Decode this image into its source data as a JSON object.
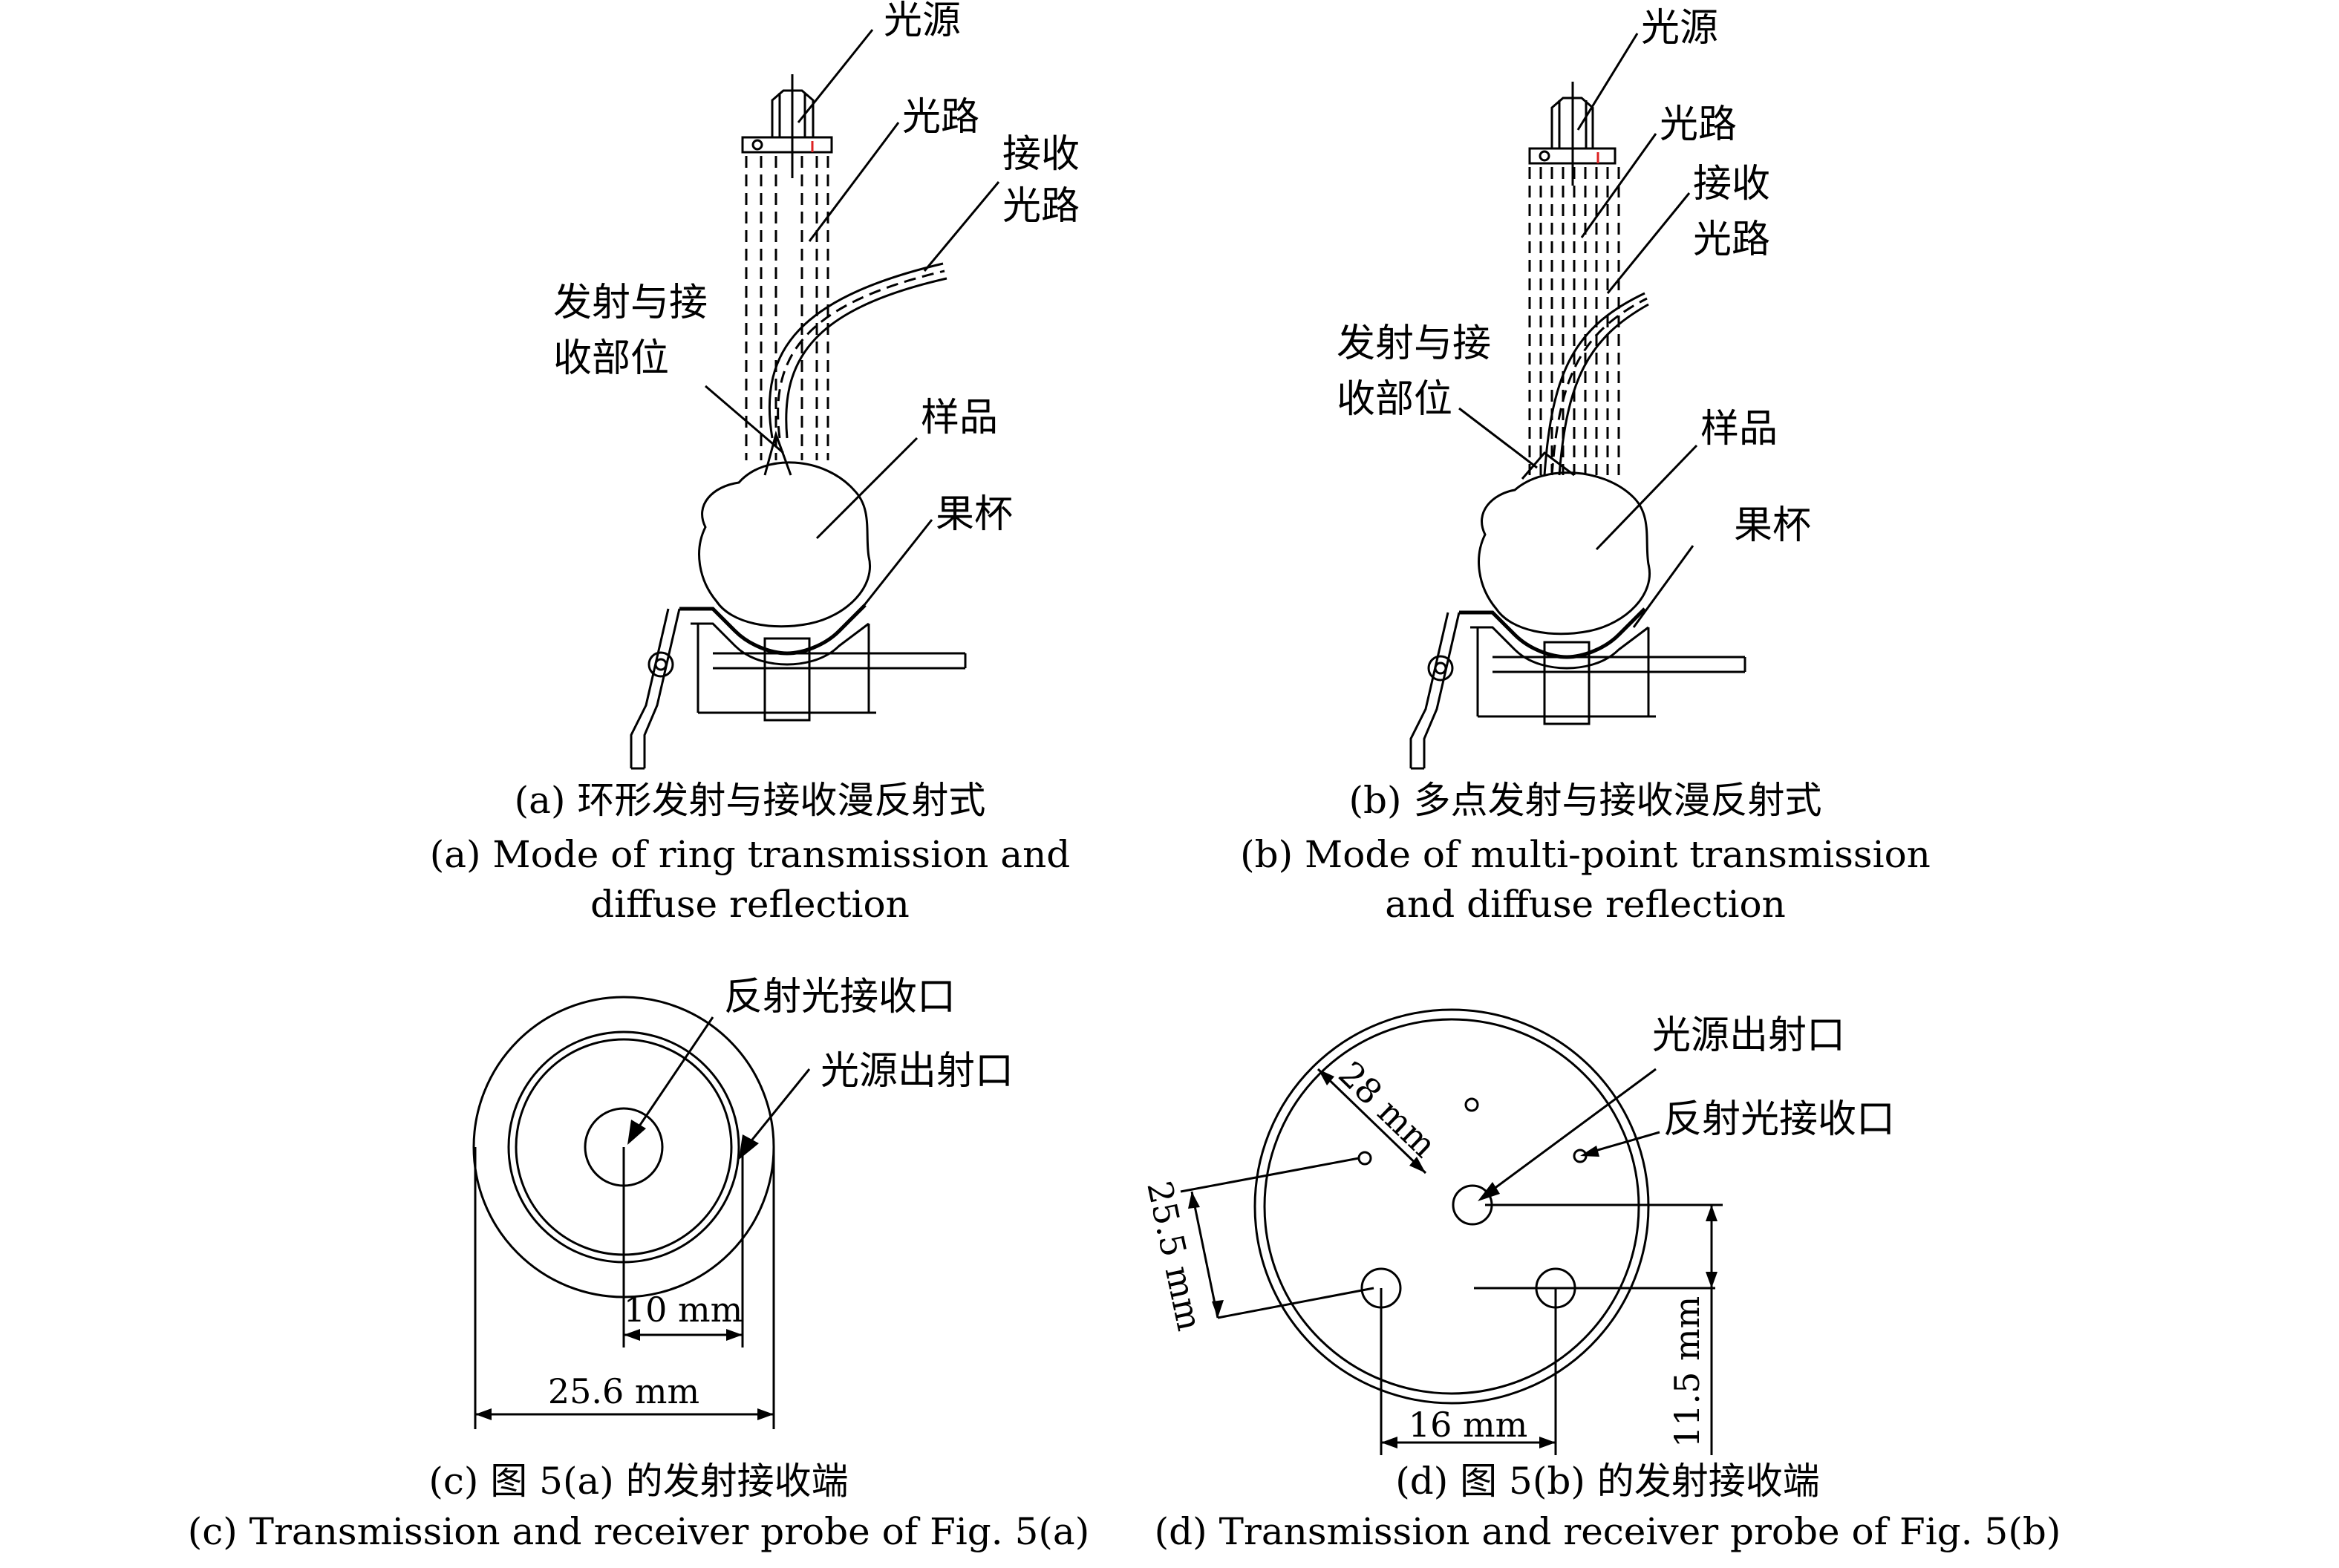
{
  "panel_a": {
    "labels": {
      "light_source": "光源",
      "light_path": "光路",
      "receive_path_1": "接收",
      "receive_path_2": "光路",
      "tx_rx_part_1": "发射与接",
      "tx_rx_part_2": "收部位",
      "sample": "样品",
      "fruit_cup": "果杯"
    },
    "caption_cn": "(a) 环形发射与接收漫反射式",
    "caption_en_1": "(a) Mode of ring transmission and",
    "caption_en_2": "diffuse reflection"
  },
  "panel_b": {
    "labels": {
      "light_source": "光源",
      "light_path": "光路",
      "receive_path_1": "接收",
      "receive_path_2": "光路",
      "tx_rx_part_1": "发射与接",
      "tx_rx_part_2": "收部位",
      "sample": "样品",
      "fruit_cup": "果杯"
    },
    "caption_cn": "(b) 多点发射与接收漫反射式",
    "caption_en_1": "(b) Mode of multi-point transmission",
    "caption_en_2": "and diffuse reflection"
  },
  "panel_c": {
    "labels": {
      "reflect_receive_port": "反射光接收口",
      "light_exit_port": "光源出射口"
    },
    "dims": {
      "inner": "10 mm",
      "outer": "25.6 mm"
    },
    "caption_cn": "(c) 图 5(a) 的发射接收端",
    "caption_en": "(c) Transmission and receiver probe of Fig. 5(a)"
  },
  "panel_d": {
    "labels": {
      "light_exit_port": "光源出射口",
      "reflect_receive_port": "反射光接收口"
    },
    "dims": {
      "d28": "28 mm",
      "d255": "25.5 mm",
      "d115": "11.5 mm",
      "d16": "16 mm"
    },
    "caption_cn": "(d) 图 5(b) 的发射接收端",
    "caption_en": "(d) Transmission and receiver probe of Fig. 5(b)"
  }
}
